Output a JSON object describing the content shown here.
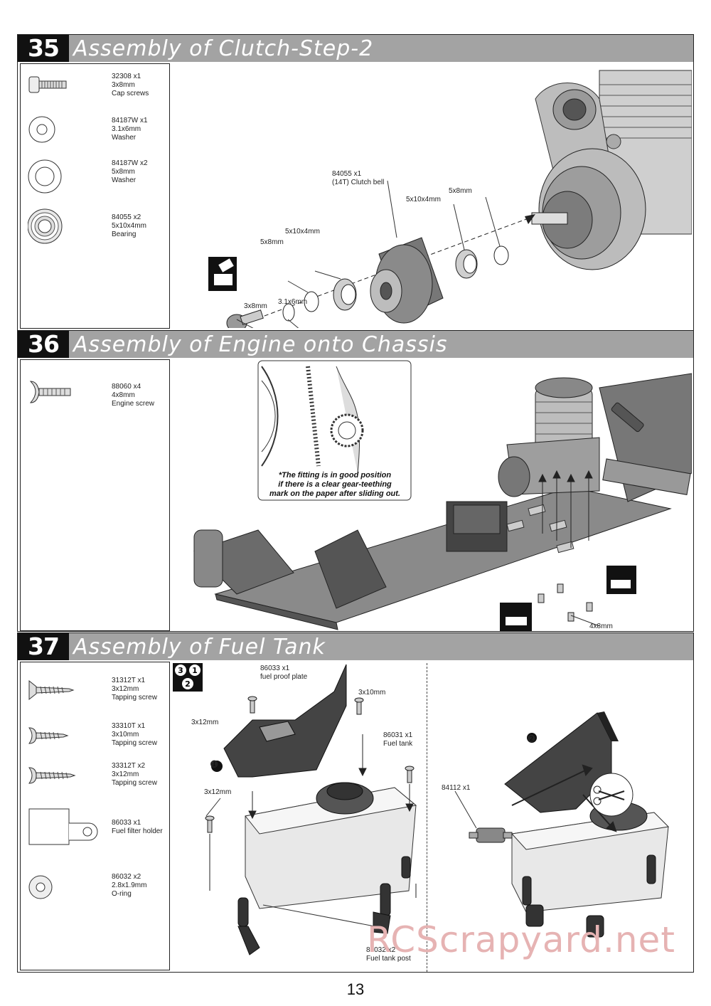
{
  "sections": [
    {
      "number": "35",
      "title": "Assembly of Clutch-Step-2",
      "parts": [
        {
          "code": "32308  x1",
          "size": "3x8mm",
          "name": "Cap screws",
          "icon": "cap-screw-icon"
        },
        {
          "code": "84187W  x1",
          "size": "3.1x6mm",
          "name": "Washer",
          "icon": "small-washer-icon"
        },
        {
          "code": "84187W  x2",
          "size": "5x8mm",
          "name": "Washer",
          "icon": "washer-icon"
        },
        {
          "code": "84055  x2",
          "size": "5x10x4mm",
          "name": "Bearing",
          "icon": "bearing-icon"
        }
      ],
      "labels": {
        "clutch_bell": "84055  x1",
        "clutch_bell_desc": "(14T)  Clutch bell",
        "bearing_right": "5x10x4mm",
        "washer_right": "5x8mm",
        "bearing_left": "5x10x4mm",
        "washer_left": "5x8mm",
        "cap_screw": "3x8mm",
        "small_washer": "3.1x6mm"
      }
    },
    {
      "number": "36",
      "title": "Assembly of Engine onto Chassis",
      "parts": [
        {
          "code": "88060  x4",
          "size": "4x8mm",
          "name": "Engine screw",
          "icon": "engine-screw-icon"
        }
      ],
      "note_lines": [
        "*The fitting is in good position",
        "if there is a clear gear-teething",
        "mark on the paper after sliding out."
      ],
      "labels": {
        "screw": "4x8mm"
      }
    },
    {
      "number": "37",
      "title": "Assembly of Fuel Tank",
      "parts": [
        {
          "code": "31312T  x1",
          "size": "3x12mm",
          "name": "Tapping screw",
          "icon": "tapping-screw-flat-icon"
        },
        {
          "code": "33310T  x1",
          "size": "3x10mm",
          "name": "Tapping screw",
          "icon": "tapping-screw-icon"
        },
        {
          "code": "33312T  x2",
          "size": "3x12mm",
          "name": "Tapping screw",
          "icon": "tapping-screw-long-icon"
        },
        {
          "code": "86033  x1",
          "size": "",
          "name": "Fuel filter holder",
          "icon": "fuel-filter-holder-icon"
        },
        {
          "code": "86032  x2",
          "size": "2.8x1.9mm",
          "name": "O-ring",
          "icon": "o-ring-icon"
        }
      ],
      "labels": {
        "proof_plate_code": "86033  x1",
        "proof_plate_name": "fuel proof plate",
        "screw_3x10": "3x10mm",
        "screw_3x12_top": "3x12mm",
        "screw_3x12_left": "3x12mm",
        "tank_code": "86031  x1",
        "tank_name": "Fuel tank",
        "post_code": "86032  x2",
        "post_name": "Fuel tank post",
        "filter_code": "84112  x1",
        "step_one": "❶",
        "step_two": "❷",
        "step_order": [
          "3",
          "1",
          "2"
        ]
      }
    }
  ],
  "page_number": "13",
  "watermark": "RCScrapyard.net"
}
